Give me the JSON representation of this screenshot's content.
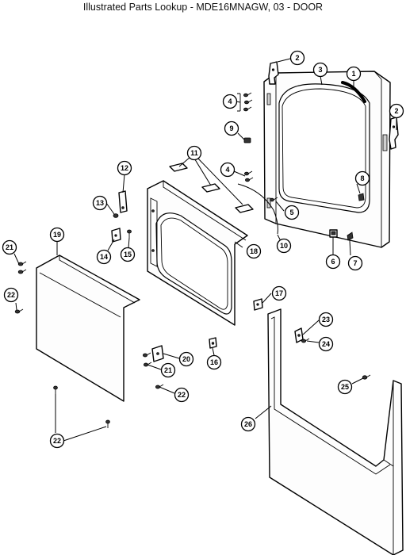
{
  "title": "Illustrated Parts Lookup - MDE16MNAGW, 03 - DOOR",
  "callouts": [
    {
      "id": "c-1",
      "label": "1"
    },
    {
      "id": "c-2a",
      "label": "2"
    },
    {
      "id": "c-2b",
      "label": "2"
    },
    {
      "id": "c-3",
      "label": "3"
    },
    {
      "id": "c-4a",
      "label": "4"
    },
    {
      "id": "c-4b",
      "label": "4"
    },
    {
      "id": "c-5",
      "label": "5"
    },
    {
      "id": "c-6",
      "label": "6"
    },
    {
      "id": "c-7",
      "label": "7"
    },
    {
      "id": "c-8",
      "label": "8"
    },
    {
      "id": "c-9",
      "label": "9"
    },
    {
      "id": "c-10",
      "label": "10"
    },
    {
      "id": "c-11",
      "label": "11"
    },
    {
      "id": "c-12",
      "label": "12"
    },
    {
      "id": "c-13",
      "label": "13"
    },
    {
      "id": "c-14",
      "label": "14"
    },
    {
      "id": "c-15",
      "label": "15"
    },
    {
      "id": "c-16",
      "label": "16"
    },
    {
      "id": "c-17",
      "label": "17"
    },
    {
      "id": "c-18",
      "label": "18"
    },
    {
      "id": "c-19",
      "label": "19"
    },
    {
      "id": "c-20",
      "label": "20"
    },
    {
      "id": "c-21a",
      "label": "21"
    },
    {
      "id": "c-21b",
      "label": "21"
    },
    {
      "id": "c-22a",
      "label": "22"
    },
    {
      "id": "c-22b",
      "label": "22"
    },
    {
      "id": "c-22c",
      "label": "22"
    },
    {
      "id": "c-23",
      "label": "23"
    },
    {
      "id": "c-24",
      "label": "24"
    },
    {
      "id": "c-25",
      "label": "25"
    },
    {
      "id": "c-26",
      "label": "26"
    }
  ]
}
